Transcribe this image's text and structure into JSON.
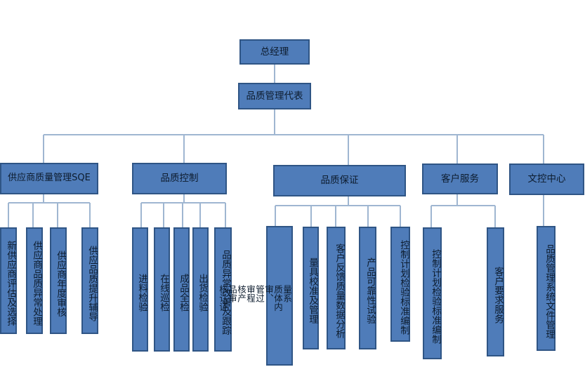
{
  "root": {
    "label": "总经理"
  },
  "representative": {
    "label": "品质管理代表"
  },
  "departments": [
    {
      "id": "sqe",
      "label": "供应商质量管理SQE",
      "children": [
        "新供应商评估及选择",
        "供应商品质异常处理",
        "供应商年度审核",
        "供应品质提升辅导"
      ]
    },
    {
      "id": "qc",
      "label": "品质控制",
      "children": [
        "进料检验",
        "在线巡检",
        "成品全检",
        "出货检验",
        "品质异常改善及跟踪"
      ]
    },
    {
      "id": "qa",
      "label": "品质保证",
      "children": [
        "量系\n质体内\n审、\n管过\n审程\n核产\n品审\n核认证",
        "量具校准及管理",
        "客户反馈质量数据分析",
        "产品可靠性试验",
        "控制计划检验标准编制"
      ]
    },
    {
      "id": "cs",
      "label": "客户服务",
      "children": [
        "控制计划检验标准编制",
        "客户要求服务"
      ]
    },
    {
      "id": "dc",
      "label": "文控中心",
      "children": [
        "品质管理系统文件管理"
      ]
    }
  ]
}
